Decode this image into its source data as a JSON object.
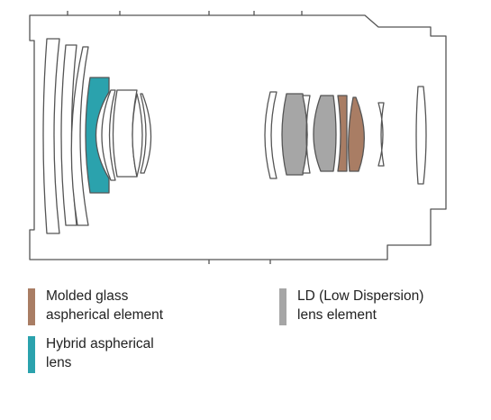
{
  "colors": {
    "molded_glass_aspherical": "#a97d64",
    "hybrid_aspherical": "#2ba2ad",
    "ld_low_dispersion": "#a6a6a6",
    "outline": "#555555",
    "background": "#ffffff"
  },
  "legend": {
    "molded": {
      "line1": "Molded glass",
      "line2": "aspherical element"
    },
    "hybrid": {
      "line1": "Hybrid aspherical",
      "line2": "lens"
    },
    "ld": {
      "line1": "LD (Low Dispersion)",
      "line2": "lens element"
    }
  }
}
